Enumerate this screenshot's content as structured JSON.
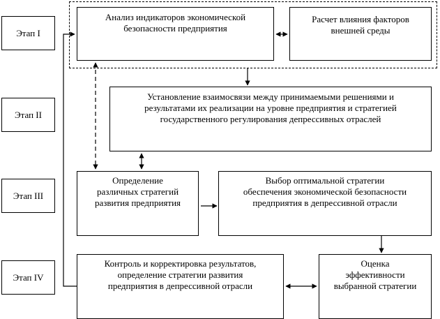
{
  "stages": [
    {
      "id": "stage-1",
      "label": "Этап I"
    },
    {
      "id": "stage-2",
      "label": "Этап II"
    },
    {
      "id": "stage-3",
      "label": "Этап III"
    },
    {
      "id": "stage-4",
      "label": "Этап IV"
    }
  ],
  "boxes": {
    "analysis": "Анализ индикаторов экономической\nбезопасности предприятия",
    "external_factors": "Расчет влияния факторов\nвнешней среды",
    "relationship": "Установление взаимосвязи между принимаемыми решениями и\nрезультатами их реализации на уровне предприятия и стратегией\nгосударственного регулирования депрессивных отраслей",
    "strategies_definition": "Определение\nразличных стратегий\nразвития предприятия",
    "optimal_strategy": "Выбор оптимальной стратегии\nобеспечения экономической безопасности\nпредприятия в депрессивной отрасли",
    "control": "Контроль и корректировка результатов,\nопределение стратегии развития\nпредприятия в депрессивной отрасли",
    "evaluation": "Оценка\nэффективности\nвыбранной стратегии"
  }
}
